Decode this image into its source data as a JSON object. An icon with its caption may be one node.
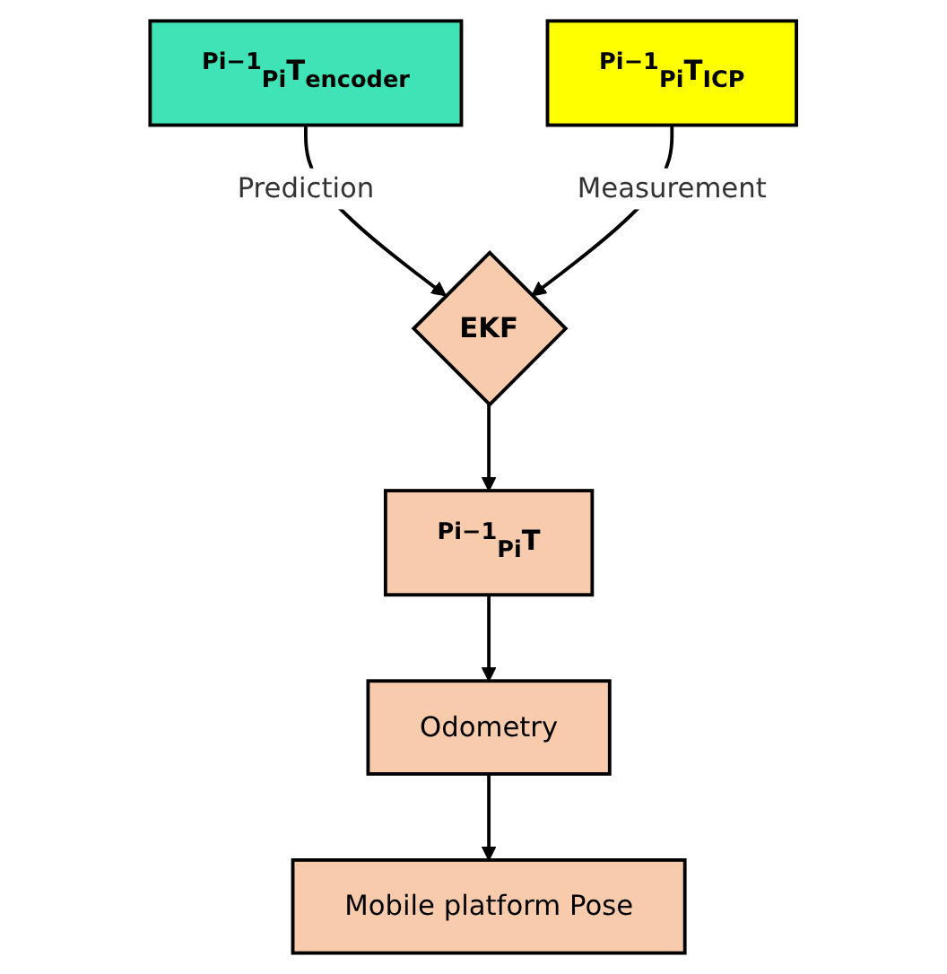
{
  "diagram": {
    "nodes": [
      {
        "text": [
          "$^{Pi−1}$$_{Pi}$T$_{encoder}$"
        ]
      },
      {
        "text": [
          "$^{Pi−1}$$_{Pi}$T$_{ICP}$"
        ]
      },
      {
        "text": [
          "EKF"
        ]
      },
      {
        "text": [
          "$^{Pi−1}$$_{Pi}$T"
        ]
      },
      {
        "text": [
          "Odometry"
        ]
      },
      {
        "text": [
          "Mobile platform Pose"
        ]
      }
    ],
    "edges": [
      {
        "from": 0,
        "to": 2,
        "arrow": "to",
        "label": "Prediction"
      },
      {
        "from": 1,
        "to": 2,
        "arrow": "to",
        "label": "Measurement"
      },
      {
        "from": 2,
        "to": 3,
        "arrow": "to"
      },
      {
        "from": 3,
        "to": 4,
        "arrow": "to"
      },
      {
        "from": 4,
        "to": 5,
        "arrow": "to"
      }
    ]
  }
}
